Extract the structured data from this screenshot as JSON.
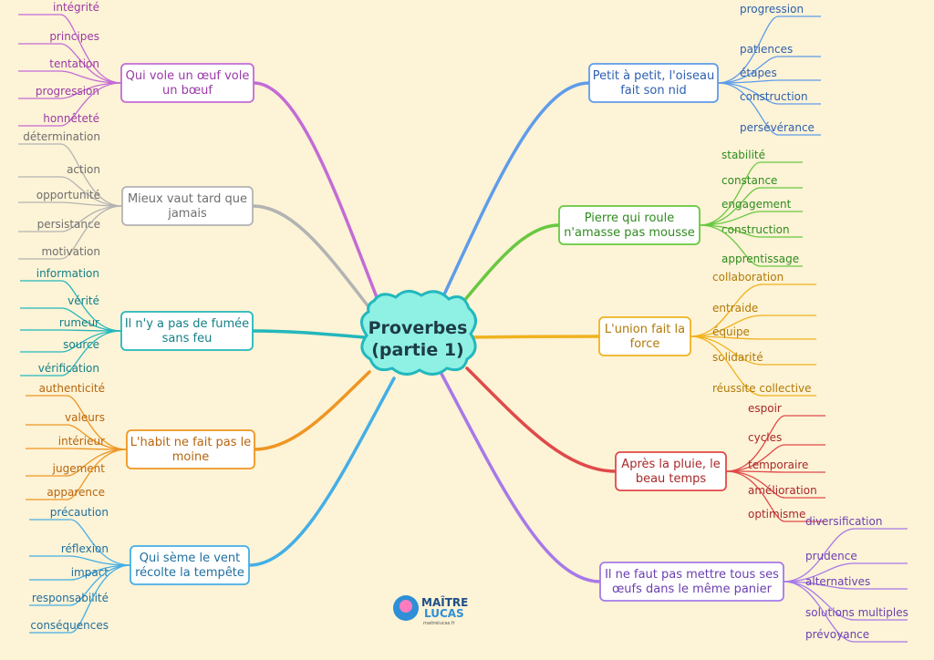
{
  "center": {
    "line1": "Proverbes",
    "line2": "(partie 1)"
  },
  "branches": [
    {
      "id": "b1",
      "color": "#c36bd6",
      "text_color": "#9a3aa6",
      "lines": [
        "Qui vole un œuf vole",
        "un bœuf"
      ],
      "leaves": [
        "intégrité",
        "principes",
        "tentation",
        "progression",
        "honnêteté"
      ]
    },
    {
      "id": "b2",
      "color": "#b3b3b3",
      "text_color": "#6f6f6f",
      "lines": [
        "Mieux vaut tard que",
        "jamais"
      ],
      "leaves": [
        "détermination",
        "action",
        "opportunité",
        "persistance",
        "motivation"
      ]
    },
    {
      "id": "b3",
      "color": "#23b7bc",
      "text_color": "#137f86",
      "lines": [
        "Il n'y a pas de fumée",
        "sans feu"
      ],
      "leaves": [
        "information",
        "vérité",
        "rumeur",
        "source",
        "vérification"
      ]
    },
    {
      "id": "b4",
      "color": "#ee9623",
      "text_color": "#b8650d",
      "lines": [
        "L'habit ne fait pas le",
        "moine"
      ],
      "leaves": [
        "authenticité",
        "valeurs",
        "intérieur",
        "jugement",
        "apparence"
      ]
    },
    {
      "id": "b5",
      "color": "#44aee6",
      "text_color": "#1f6f9e",
      "lines": [
        "Qui sème le vent",
        "récolte la tempête"
      ],
      "leaves": [
        "précaution",
        "réflexion",
        "impact",
        "responsabilité",
        "conséquences"
      ]
    },
    {
      "id": "b6",
      "color": "#5e9cea",
      "text_color": "#2d5fae",
      "lines": [
        "Petit à petit, l'oiseau",
        "fait son nid"
      ],
      "leaves": [
        "progression",
        "patiences",
        "étapes",
        "construction",
        "persévérance"
      ]
    },
    {
      "id": "b7",
      "color": "#68c840",
      "text_color": "#2f8b1f",
      "lines": [
        "Pierre qui roule",
        "n'amasse pas mousse"
      ],
      "leaves": [
        "stabilité",
        "constance",
        "engagement",
        "construction",
        "apprentissage"
      ]
    },
    {
      "id": "b8",
      "color": "#f0b21e",
      "text_color": "#b07a08",
      "lines": [
        "L'union fait la",
        "force"
      ],
      "leaves": [
        "collaboration",
        "entraide",
        "équipe",
        "solidarité",
        "réussite collective"
      ]
    },
    {
      "id": "b9",
      "color": "#df4a4a",
      "text_color": "#a8282a",
      "lines": [
        "Après la pluie, le",
        "beau temps"
      ],
      "leaves": [
        "espoir",
        "cycles",
        "temporaire",
        "amélioration",
        "optimisme"
      ]
    },
    {
      "id": "b10",
      "color": "#a679e8",
      "text_color": "#6b3fb0",
      "lines": [
        "Il ne faut pas mettre tous ses",
        "œufs dans le même panier"
      ],
      "leaves": [
        "diversification",
        "prudence",
        "alternatives",
        "solutions multiples",
        "prévoyance"
      ]
    }
  ],
  "logo": {
    "line1": "MAÎTRE",
    "line2": "LUCAS",
    "url": "maitrelucas.fr",
    "badge_color": "#2e8fd6"
  }
}
